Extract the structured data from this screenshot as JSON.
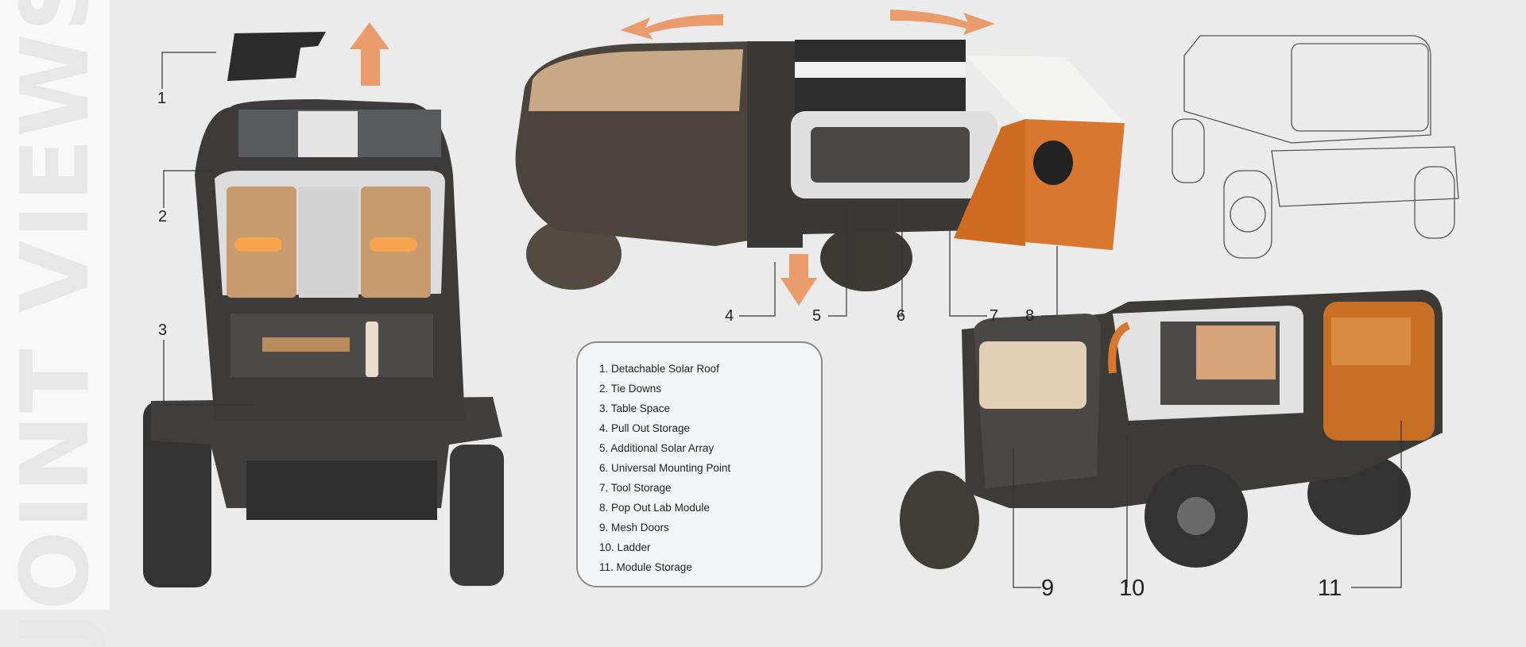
{
  "title": "JOINT VIEWS",
  "callouts": [
    "1",
    "2",
    "3",
    "4",
    "5",
    "6",
    "7",
    "8",
    "9",
    "10",
    "11"
  ],
  "legend": [
    "1.  Detachable Solar Roof",
    "2.  Tie Downs",
    "3.  Table Space",
    "4.  Pull Out Storage",
    "5.  Additional Solar Array",
    "6.  Universal Mounting Point",
    "7.  Tool Storage",
    "8.  Pop Out Lab Module",
    "9.  Mesh Doors",
    "10.  Ladder",
    "11.  Module Storage"
  ],
  "colors": {
    "accent": "#d9772e",
    "arrow": "#e99b6c",
    "body": "#3b3a38",
    "background": "#ebebec"
  }
}
